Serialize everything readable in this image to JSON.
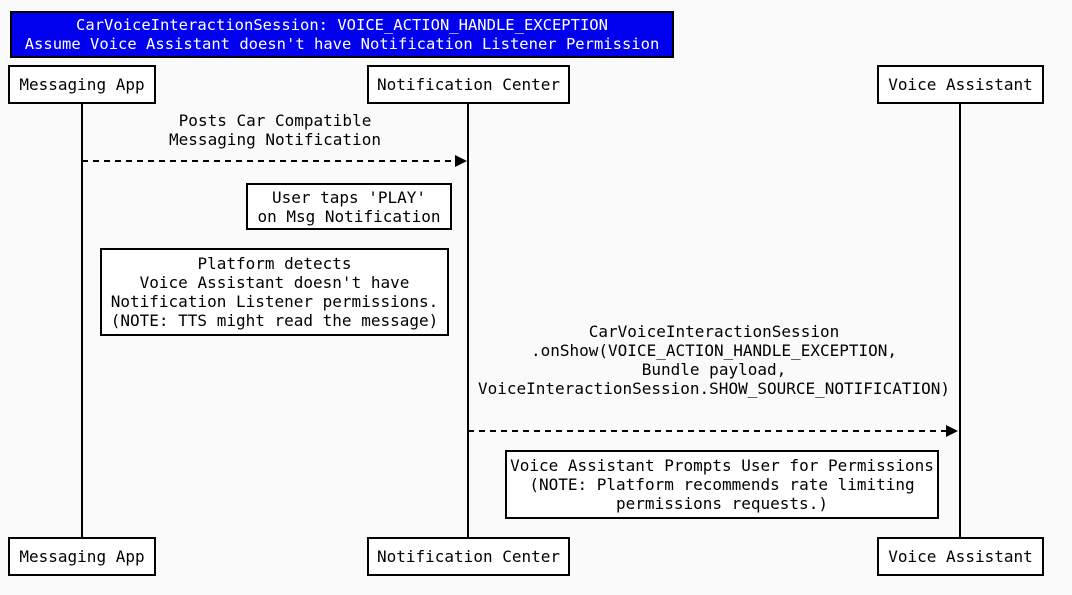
{
  "page": {
    "background_color": "#fafafa",
    "line_color": "#000000",
    "box_fill_color": "#ffffff"
  },
  "title": {
    "bg_color": "#0000ee",
    "text_color": "#ffffff",
    "lines": [
      "CarVoiceInteractionSession: VOICE_ACTION_HANDLE_EXCEPTION",
      "Assume Voice Assistant doesn't have Notification Listener Permission"
    ]
  },
  "actors": {
    "messaging_app": "Messaging App",
    "notification_center": "Notification Center",
    "voice_assistant": "Voice Assistant"
  },
  "messages": [
    {
      "from": "Messaging App",
      "to": "Notification Center",
      "line_style": "dashed",
      "lines": [
        "Posts Car Compatible",
        "Messaging Notification"
      ]
    },
    {
      "from": "Notification Center",
      "to": "Voice Assistant",
      "line_style": "dashed",
      "lines": [
        "CarVoiceInteractionSession",
        ".onShow(VOICE_ACTION_HANDLE_EXCEPTION,",
        "Bundle payload,",
        "VoiceInteractionSession.SHOW_SOURCE_NOTIFICATION)"
      ]
    }
  ],
  "notes": [
    {
      "lines": [
        "User taps 'PLAY'",
        "on Msg Notification"
      ]
    },
    {
      "lines": [
        "Platform detects",
        "Voice Assistant doesn't have",
        "Notification Listener permissions.",
        "(NOTE: TTS might read the message)"
      ]
    },
    {
      "lines": [
        "Voice Assistant Prompts User for Permissions",
        "(NOTE: Platform recommends rate limiting",
        "permissions requests.)"
      ]
    }
  ]
}
